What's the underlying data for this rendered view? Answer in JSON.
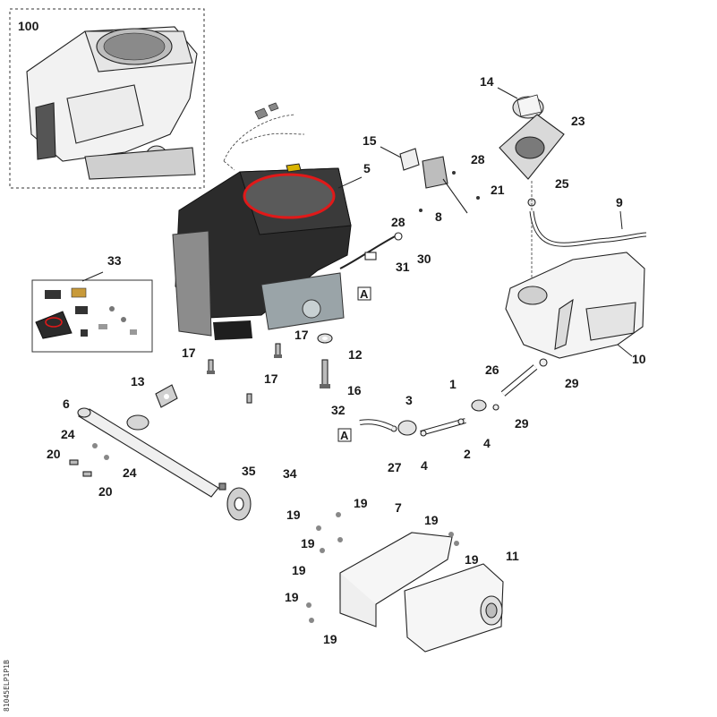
{
  "callouts": {
    "c100": "100",
    "c5": "5",
    "c14": "14",
    "c23": "23",
    "c15": "15",
    "c28a": "28",
    "c28b": "28",
    "c21": "21",
    "c25": "25",
    "c8": "8",
    "c9": "9",
    "c30": "30",
    "c31": "31",
    "c33": "33",
    "c10": "10",
    "c17a": "17",
    "c17b": "17",
    "c17c": "17",
    "c12": "12",
    "c16": "16",
    "c13": "13",
    "c26": "26",
    "c29a": "29",
    "c29b": "29",
    "c1": "1",
    "c3": "3",
    "c32": "32",
    "c4a": "4",
    "c4b": "4",
    "c2": "2",
    "c27": "27",
    "c6": "6",
    "c24a": "24",
    "c24b": "24",
    "c20a": "20",
    "c20b": "20",
    "c35": "35",
    "c34": "34",
    "c7": "7",
    "c19a": "19",
    "c19b": "19",
    "c19c": "19",
    "c19d": "19",
    "c19e": "19",
    "c19f": "19",
    "c19g": "19",
    "c19h": "19",
    "c11": "11"
  },
  "connector_a": "A",
  "connector_a2": "A",
  "drawing_code": "81045ELP1P1B",
  "highlight_color": "#e01919",
  "engine_color": "#2b2b2b"
}
